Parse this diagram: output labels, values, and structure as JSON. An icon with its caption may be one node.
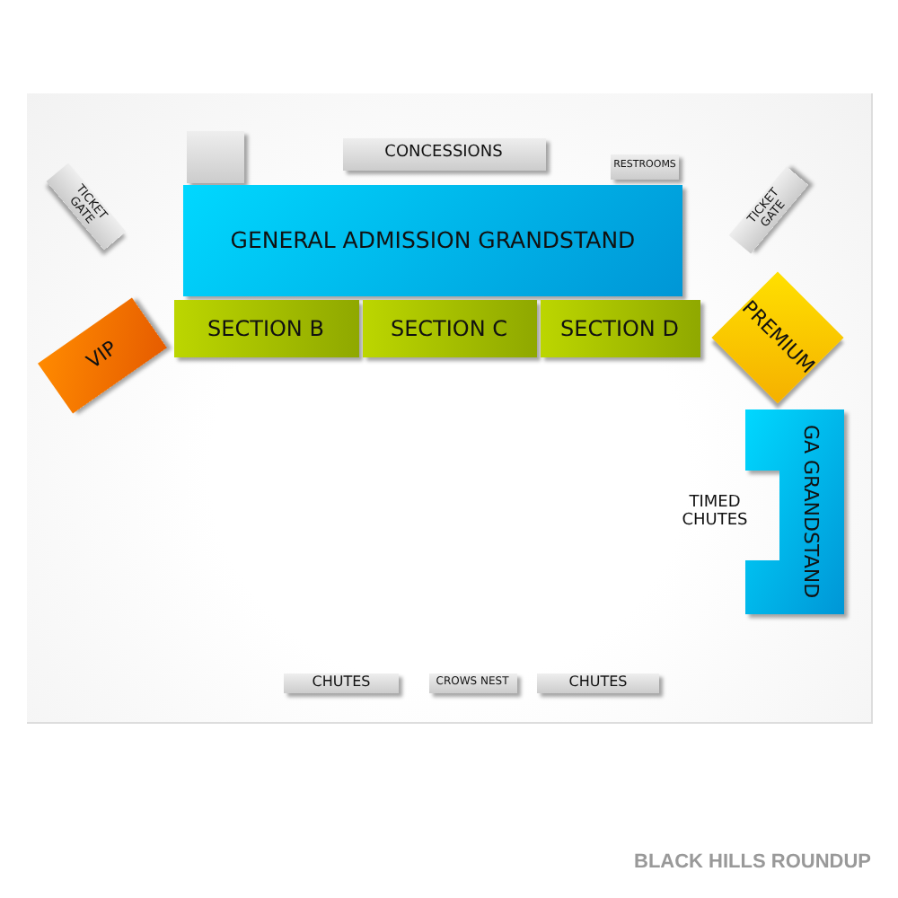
{
  "diagram": {
    "caption": "BLACK HILLS ROUNDUP",
    "nodes": [
      {
        "text": [
          "TICKET GATE"
        ]
      },
      {
        "text": [],
        "shape": "box"
      },
      {
        "text": [
          "CONCESSIONS"
        ]
      },
      {
        "text": [
          "RESTROOMS"
        ]
      },
      {
        "text": [
          "TICKET GATE"
        ]
      },
      {
        "text": [
          "GENERAL ADMISSION GRANDSTAND"
        ]
      },
      {
        "text": [
          "VIP"
        ]
      },
      {
        "text": [
          "SECTION B"
        ]
      },
      {
        "text": [
          "SECTION C"
        ]
      },
      {
        "text": [
          "SECTION D"
        ]
      },
      {
        "text": [
          "PREMIUM"
        ]
      },
      {
        "text": [
          "GA GRANDSTAND"
        ]
      },
      {
        "text": [
          "CHUTES"
        ]
      },
      {
        "text": [
          "CROWS NEST"
        ]
      },
      {
        "text": [
          "CHUTES"
        ]
      }
    ],
    "edges": [],
    "labels": [
      "TIMED CHUTES"
    ]
  }
}
